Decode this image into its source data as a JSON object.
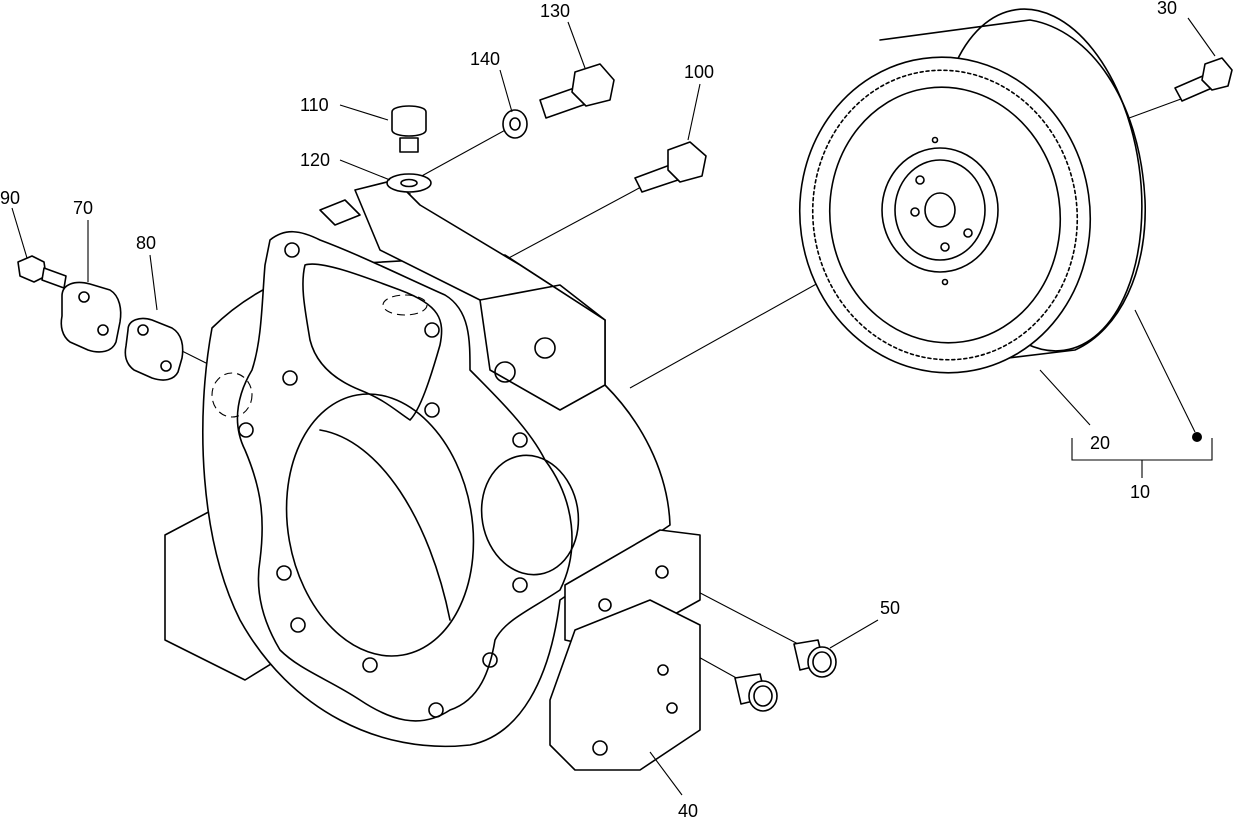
{
  "callouts": {
    "c10": "10",
    "c20": "20",
    "c30": "30",
    "c40": "40",
    "c50": "50",
    "c70": "70",
    "c80": "80",
    "c90": "90",
    "c100": "100",
    "c110": "110",
    "c120": "120",
    "c130": "130",
    "c140": "140"
  }
}
